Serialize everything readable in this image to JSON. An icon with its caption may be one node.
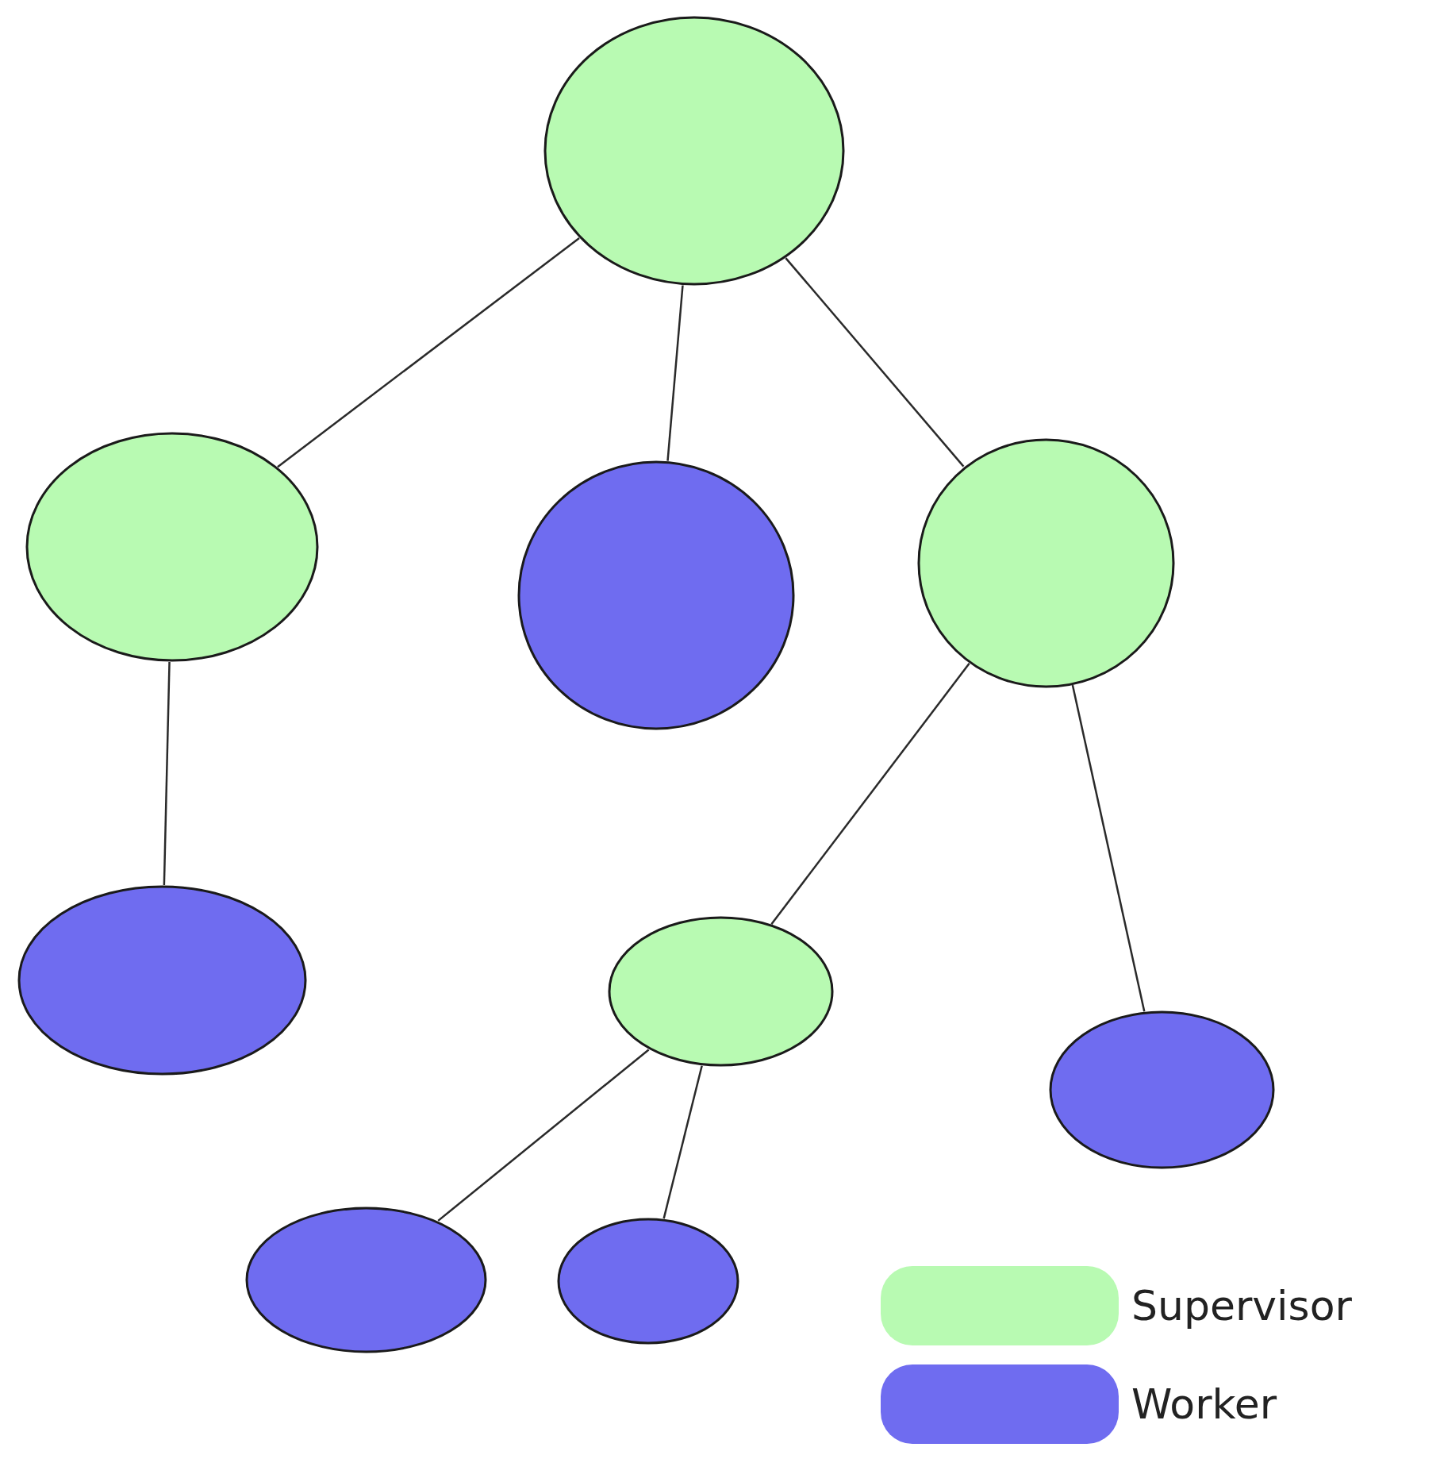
{
  "diagram": {
    "nodes": [
      {
        "text": [],
        "shape": "circle"
      },
      {
        "text": [],
        "shape": "circle"
      },
      {
        "text": [],
        "shape": "circle"
      },
      {
        "text": [],
        "shape": "circle"
      },
      {
        "text": [],
        "shape": "circle"
      },
      {
        "text": [],
        "shape": "circle"
      },
      {
        "text": [],
        "shape": "circle"
      },
      {
        "text": [],
        "shape": "circle"
      },
      {
        "text": [],
        "shape": "circle"
      }
    ],
    "edges": [
      {
        "from": 0,
        "to": 1,
        "arrow": "none"
      },
      {
        "from": 0,
        "to": 2,
        "arrow": "none"
      },
      {
        "from": 0,
        "to": 3,
        "arrow": "none"
      },
      {
        "from": 1,
        "to": 4,
        "arrow": "none"
      },
      {
        "from": 3,
        "to": 5,
        "arrow": "none"
      },
      {
        "from": 3,
        "to": 6,
        "arrow": "none"
      },
      {
        "from": 5,
        "to": 7,
        "arrow": "none"
      },
      {
        "from": 5,
        "to": 8,
        "arrow": "none"
      }
    ],
    "legend": [
      {
        "text": "Supervisor",
        "color": "#b8fab2"
      },
      {
        "text": "Worker",
        "color": "#6f6cf0"
      }
    ]
  }
}
